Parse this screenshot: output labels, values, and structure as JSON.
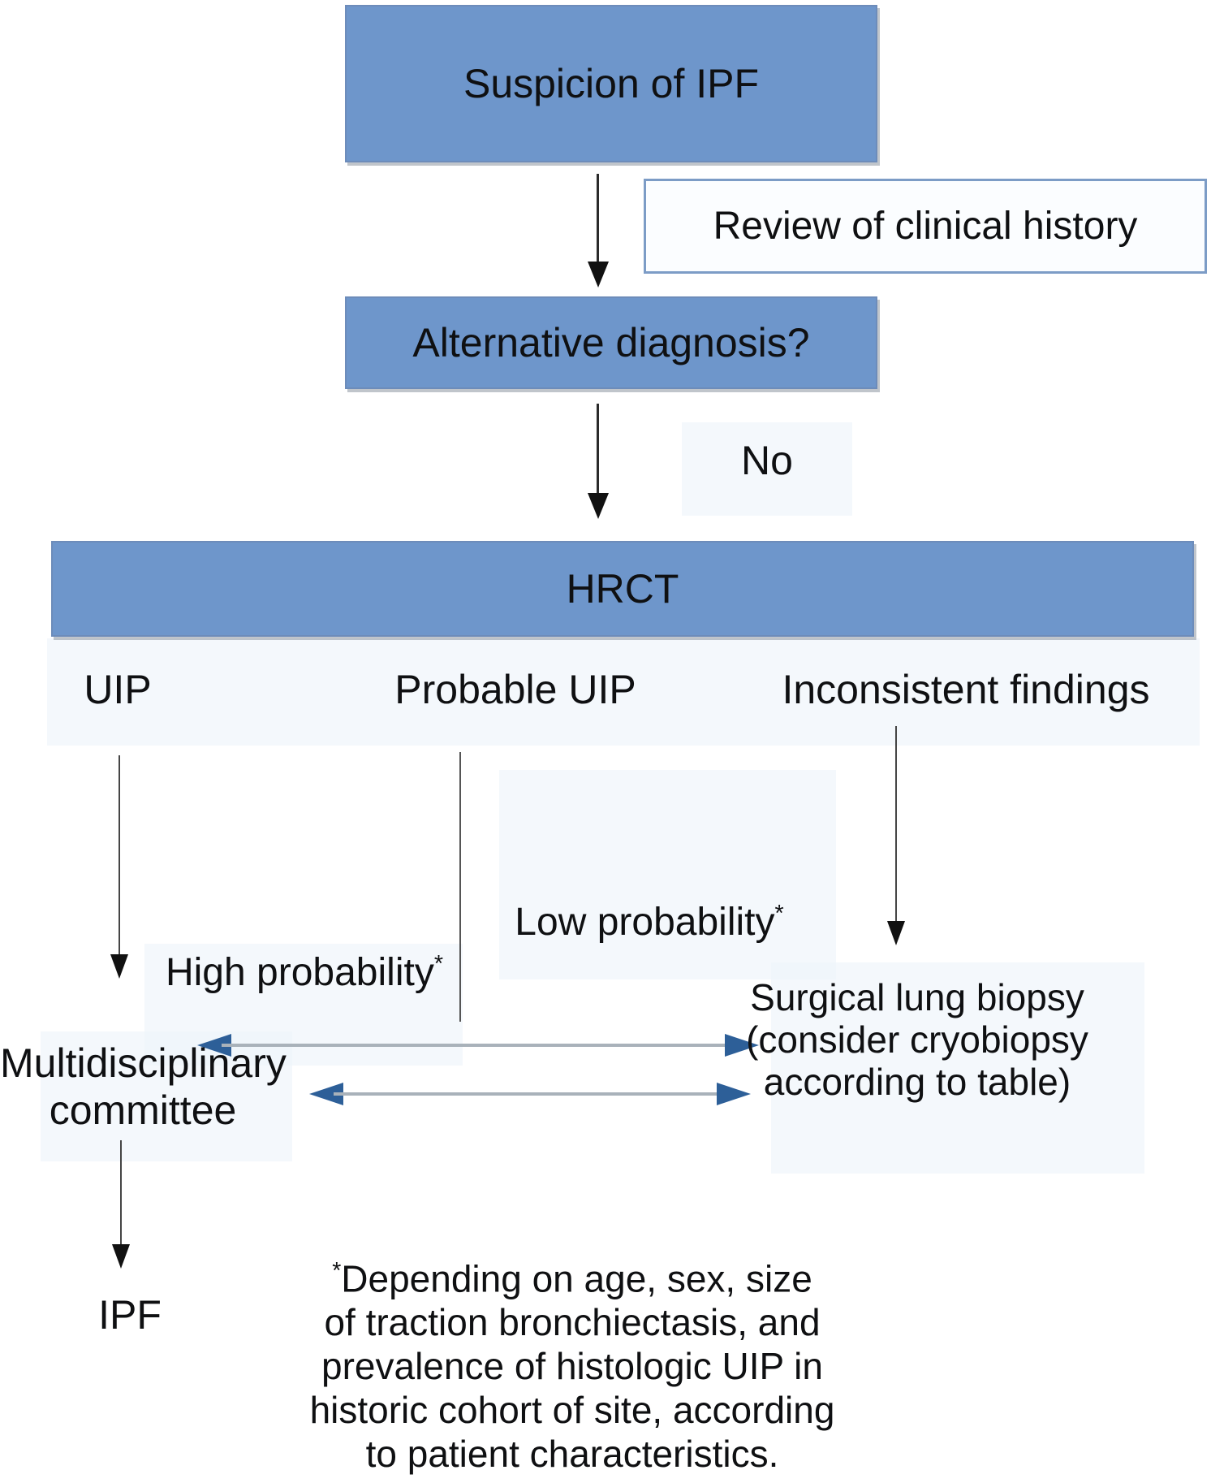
{
  "diagram_title": "IPF diagnostic algorithm flowchart",
  "colors": {
    "box_fill_blue": "#6e96cb",
    "box_border": "#6d8cba",
    "box_shadow_gray": "#8d95a0",
    "review_box_bg": "#fbfdff",
    "review_box_border": "#7c9cc6",
    "double_arrow_line": "#a9b2ba",
    "double_arrow_head": "#2d5f98",
    "connector_dark": "#1a1a1a",
    "tint_panel": "#eef5fa",
    "text": "#0f1012"
  },
  "nodes": {
    "suspicion": {
      "label": "Suspicion of IPF"
    },
    "review": {
      "label": "Review of clinical history"
    },
    "alternative": {
      "label": "Alternative diagnosis?"
    },
    "no_branch": "No",
    "hrct": {
      "label": "HRCT"
    },
    "uip": {
      "label": "UIP"
    },
    "probable_uip": {
      "label": "Probable UIP"
    },
    "inconsistent": {
      "label": "Inconsistent findings"
    },
    "low_probability": {
      "label": "Low probability",
      "sup": "*"
    },
    "high_probability": {
      "label": "High probability",
      "sup": "*"
    },
    "committee": {
      "line1": "Multidisciplinary",
      "line2": "committee"
    },
    "biopsy": {
      "lines": [
        "Surgical lung biopsy",
        "(consider cryobiopsy",
        "according to table)"
      ]
    },
    "ipf": {
      "label": "IPF"
    }
  },
  "footnote": {
    "sup": "*",
    "lines": [
      "Depending on age, sex, size",
      "of traction bronchiectasis, and",
      "prevalence of histologic UIP in",
      "historic cohort of site, according",
      "to patient characteristics."
    ]
  }
}
